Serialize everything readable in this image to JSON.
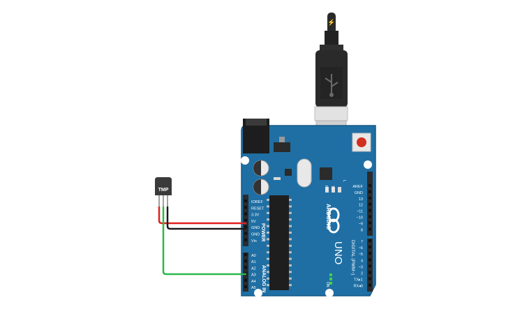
{
  "colors": {
    "board": "#1f6fa4",
    "board_edge": "#175a86",
    "wire_red": "#e02020",
    "wire_black": "#1a1a1a",
    "wire_green": "#2eb84a",
    "header": "#2b2b2b",
    "label_text": "#ffffff",
    "usb_cable": "#2a2a2a",
    "usb_plug": "#d8d8d8",
    "reset_button": "#d12f1f",
    "sensor": "#3a3a3a",
    "on_led": "#3fd34a"
  },
  "sensor": {
    "label": "TMP",
    "icon": "temperature-sensor-icon"
  },
  "usb": {
    "icon": "usb-icon",
    "plug_icon": "lightning-icon"
  },
  "board": {
    "brand": "ARDUINO",
    "model": "UNO",
    "power_section": "POWER",
    "analog_section": "ANALOG IN",
    "digital_section": "DIGITAL (PWM~)",
    "on_label": "ON",
    "tx_label": "TX",
    "rx_label": "RX",
    "l_label": "L",
    "power_pins": [
      "IOREF",
      "RESET",
      "3.3V",
      "5V",
      "GND",
      "GND",
      "Vin"
    ],
    "analog_pins": [
      "A0",
      "A1",
      "A2",
      "A3",
      "A4",
      "A5"
    ],
    "digital_top_pins": [
      "AREF",
      "GND",
      "13",
      "12",
      "~11",
      "~10",
      "~9",
      "8"
    ],
    "digital_bottom_pins": [
      "7",
      "~6",
      "~5",
      "4",
      "~3",
      "2",
      "TX▸1",
      "RX◂0"
    ]
  }
}
